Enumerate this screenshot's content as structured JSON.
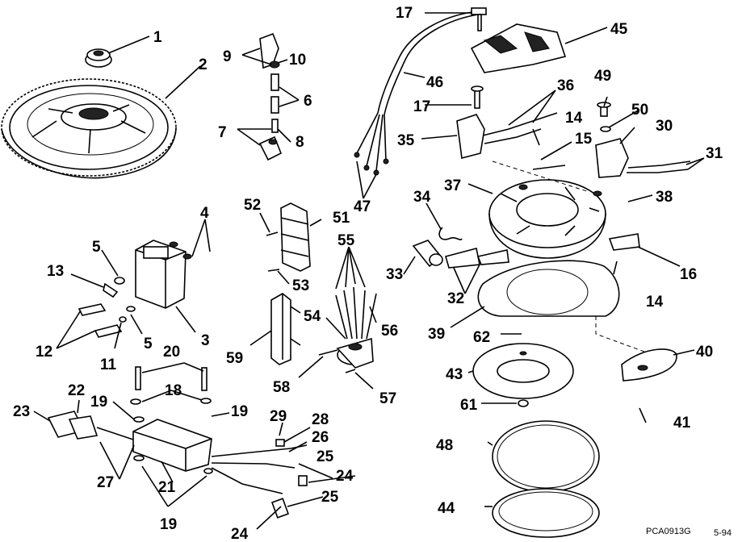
{
  "diagram": {
    "footer_code": "PCA0913G",
    "footer_date": "5-94",
    "labels": [
      "1",
      "2",
      "3",
      "4",
      "5",
      "5",
      "6",
      "7",
      "8",
      "9",
      "10",
      "11",
      "12",
      "13",
      "14",
      "14",
      "15",
      "16",
      "17",
      "17",
      "18",
      "19",
      "19",
      "19",
      "20",
      "21",
      "22",
      "23",
      "24",
      "24",
      "25",
      "25",
      "26",
      "27",
      "28",
      "29",
      "30",
      "31",
      "32",
      "33",
      "34",
      "35",
      "36",
      "37",
      "38",
      "39",
      "40",
      "41",
      "43",
      "44",
      "45",
      "46",
      "47",
      "48",
      "49",
      "50",
      "51",
      "52",
      "53",
      "54",
      "55",
      "56",
      "57",
      "58",
      "59",
      "61",
      "62"
    ]
  }
}
